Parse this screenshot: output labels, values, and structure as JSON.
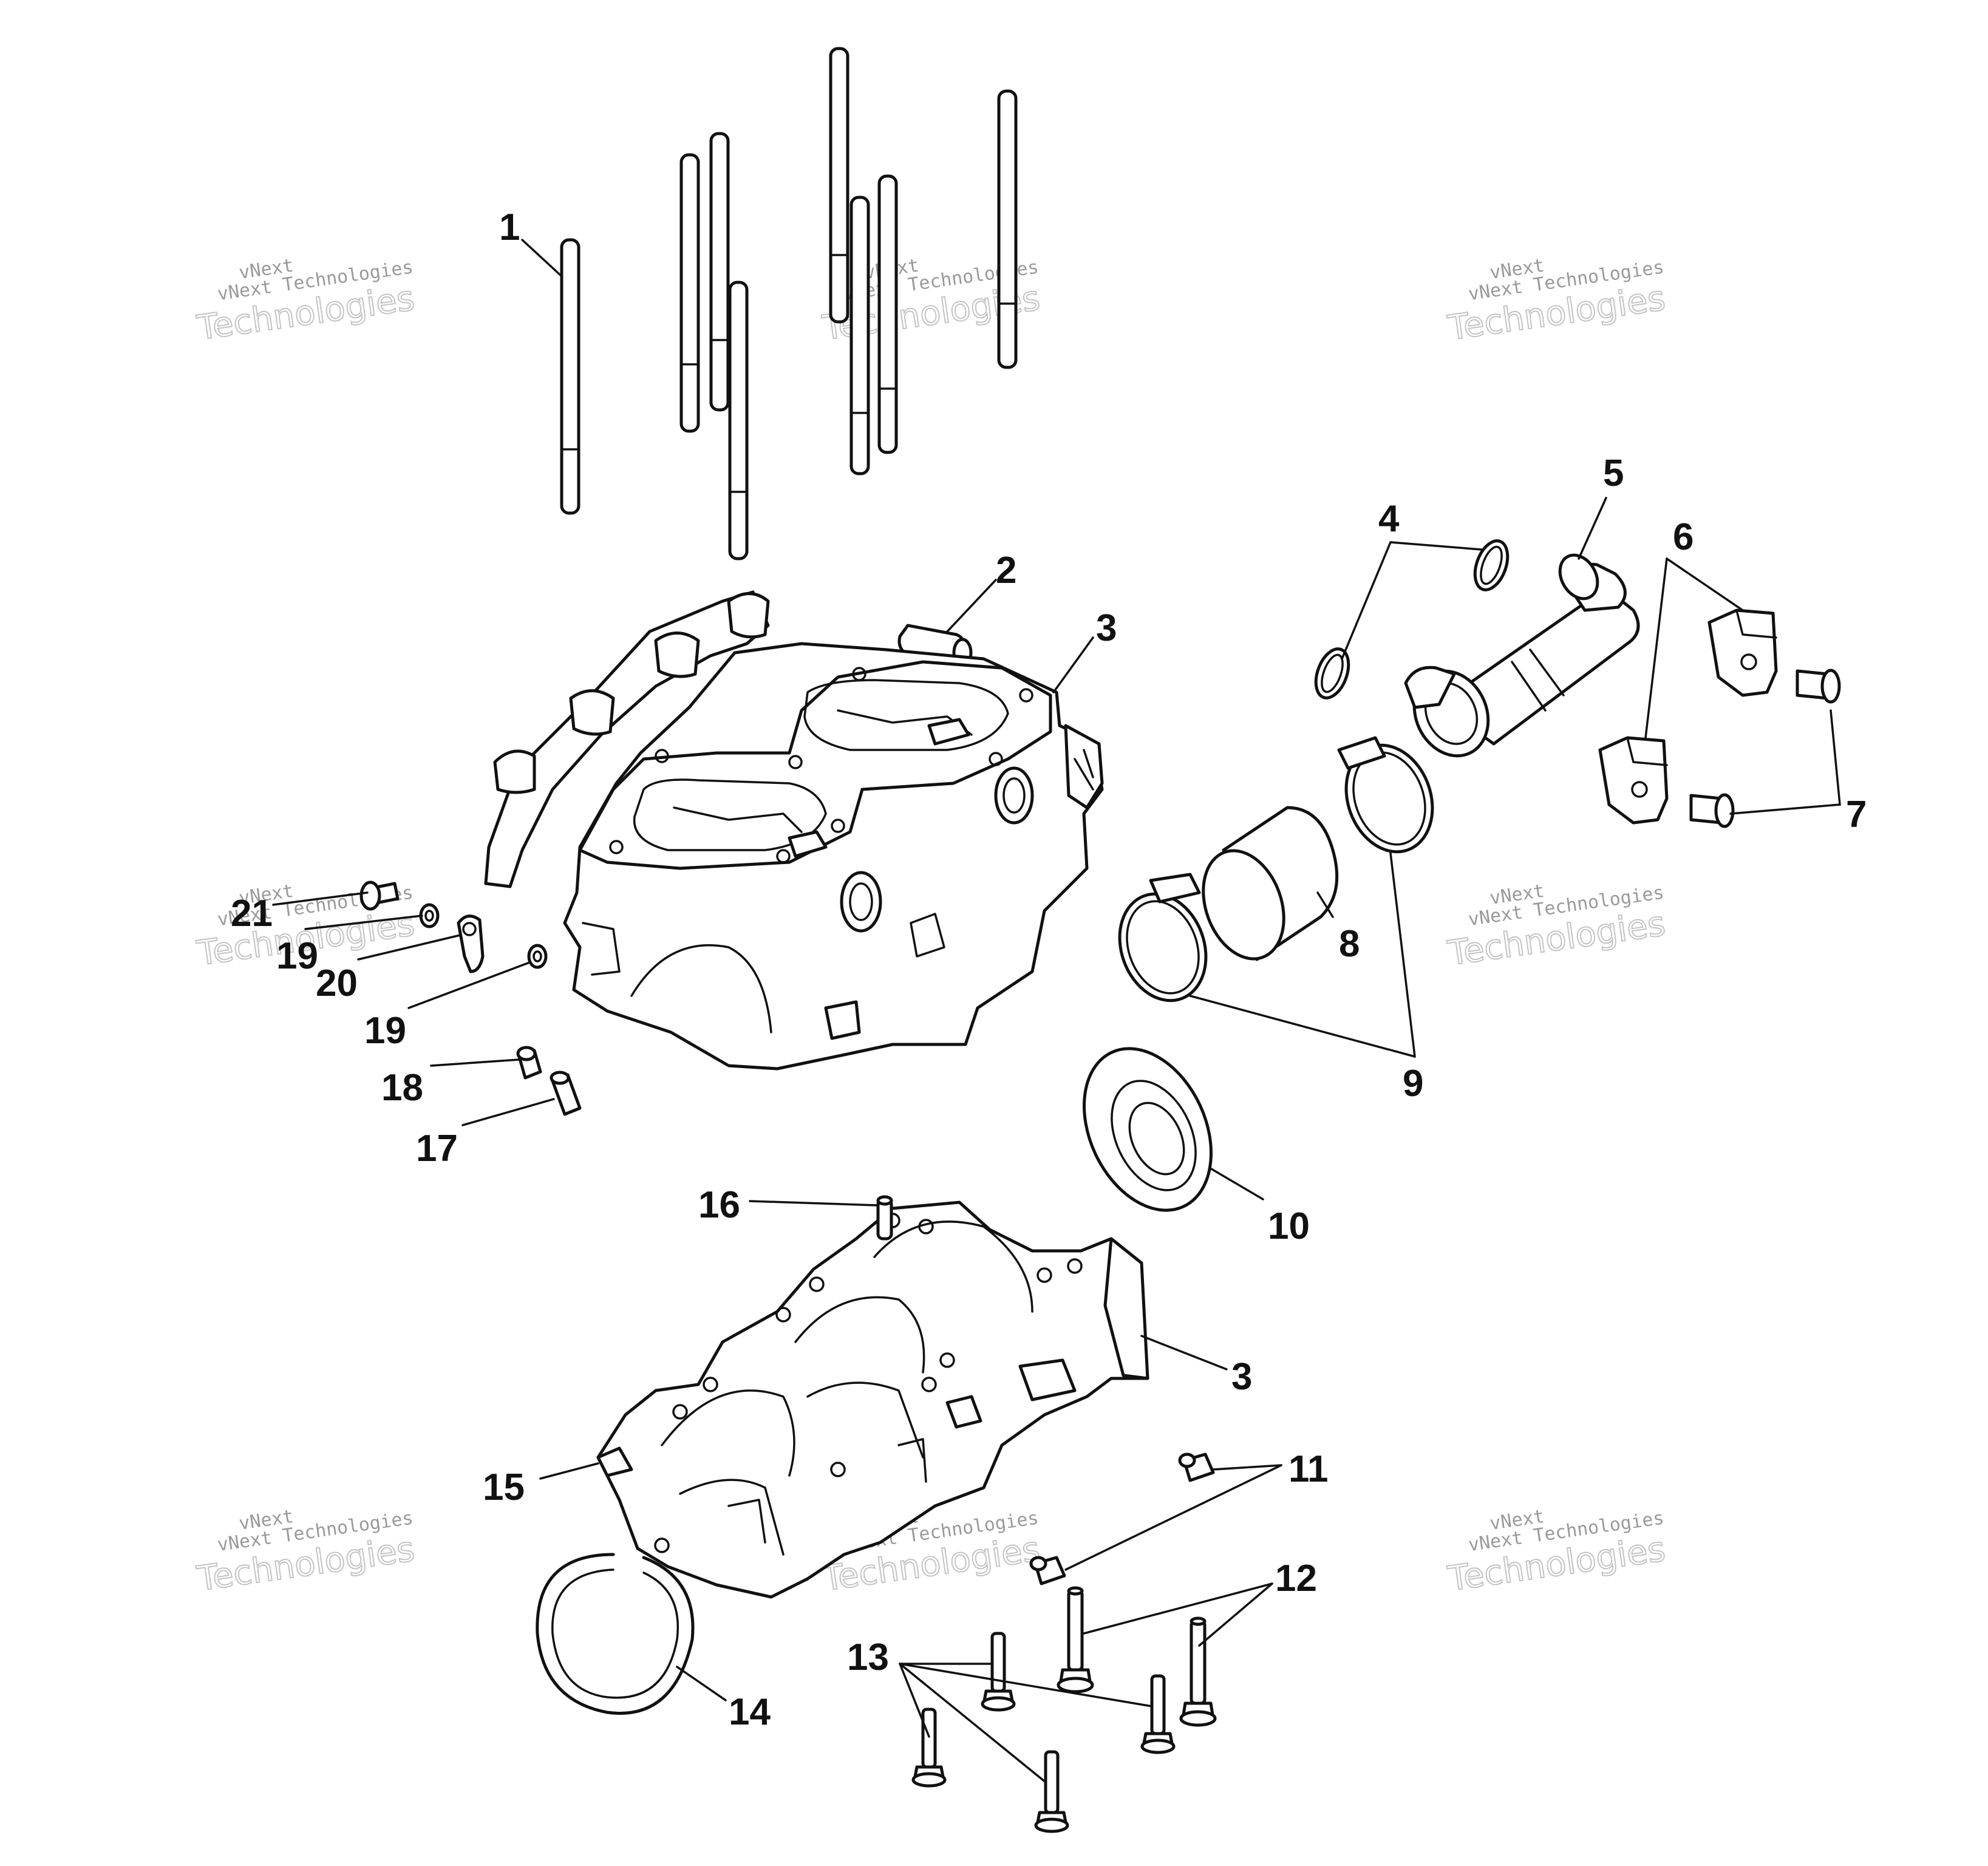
{
  "watermark": {
    "line1": "vNext",
    "line2": "vNext Technologies",
    "line3": "Technologies"
  },
  "callouts": [
    {
      "id": "c1",
      "label": "1"
    },
    {
      "id": "c2",
      "label": "2"
    },
    {
      "id": "c3a",
      "label": "3"
    },
    {
      "id": "c3b",
      "label": "3"
    },
    {
      "id": "c4",
      "label": "4"
    },
    {
      "id": "c5",
      "label": "5"
    },
    {
      "id": "c6",
      "label": "6"
    },
    {
      "id": "c7",
      "label": "7"
    },
    {
      "id": "c8",
      "label": "8"
    },
    {
      "id": "c9",
      "label": "9"
    },
    {
      "id": "c10",
      "label": "10"
    },
    {
      "id": "c11",
      "label": "11"
    },
    {
      "id": "c12",
      "label": "12"
    },
    {
      "id": "c13",
      "label": "13"
    },
    {
      "id": "c14",
      "label": "14"
    },
    {
      "id": "c15",
      "label": "15"
    },
    {
      "id": "c16",
      "label": "16"
    },
    {
      "id": "c17",
      "label": "17"
    },
    {
      "id": "c18",
      "label": "18"
    },
    {
      "id": "c19a",
      "label": "19"
    },
    {
      "id": "c19b",
      "label": "19"
    },
    {
      "id": "c20",
      "label": "20"
    },
    {
      "id": "c21",
      "label": "21"
    }
  ],
  "colors": {
    "line": "#111111",
    "watermark": "#9a9a9a",
    "background": "#ffffff"
  }
}
